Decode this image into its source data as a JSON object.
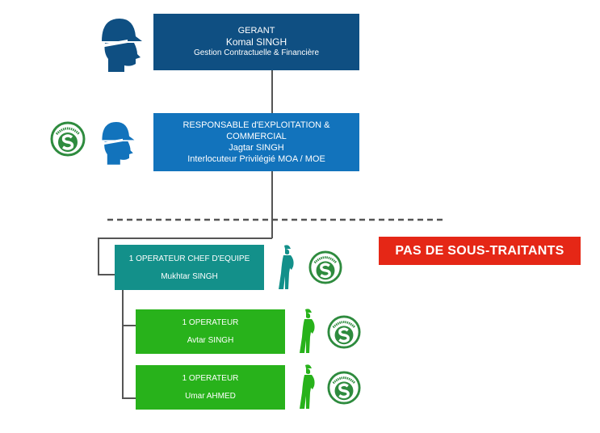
{
  "org_chart": {
    "manager": {
      "title": "GERANT",
      "name": "Komal SINGH",
      "role": "Gestion Contractuelle & Financière",
      "color": "#0f4f82"
    },
    "operations_manager": {
      "title_line1": "RESPONSABLE d'EXPLOITATION &",
      "title_line2": "COMMERCIAL",
      "name": "Jagtar SINGH",
      "role": "Interlocuteur Privilégié MOA / MOE",
      "color": "#1273bc"
    },
    "team_lead": {
      "title": "1 OPERATEUR CHEF D'EQUIPE",
      "name": "Mukhtar SINGH",
      "color": "#13908a"
    },
    "operators": [
      {
        "title": "1 OPERATEUR",
        "name": "Avtar SINGH",
        "color": "#28b21b"
      },
      {
        "title": "1 OPERATEUR",
        "name": "Umar AHMED",
        "color": "#28b21b"
      }
    ],
    "notice": {
      "label": "PAS DE SOUS-TRAITANTS",
      "color": "#e52716"
    },
    "icons": {
      "helmet_head": "worker-helmet-head-icon",
      "worker_figure": "worker-standing-icon",
      "certification_badge": "sauveteur-secouriste-badge-icon"
    }
  }
}
